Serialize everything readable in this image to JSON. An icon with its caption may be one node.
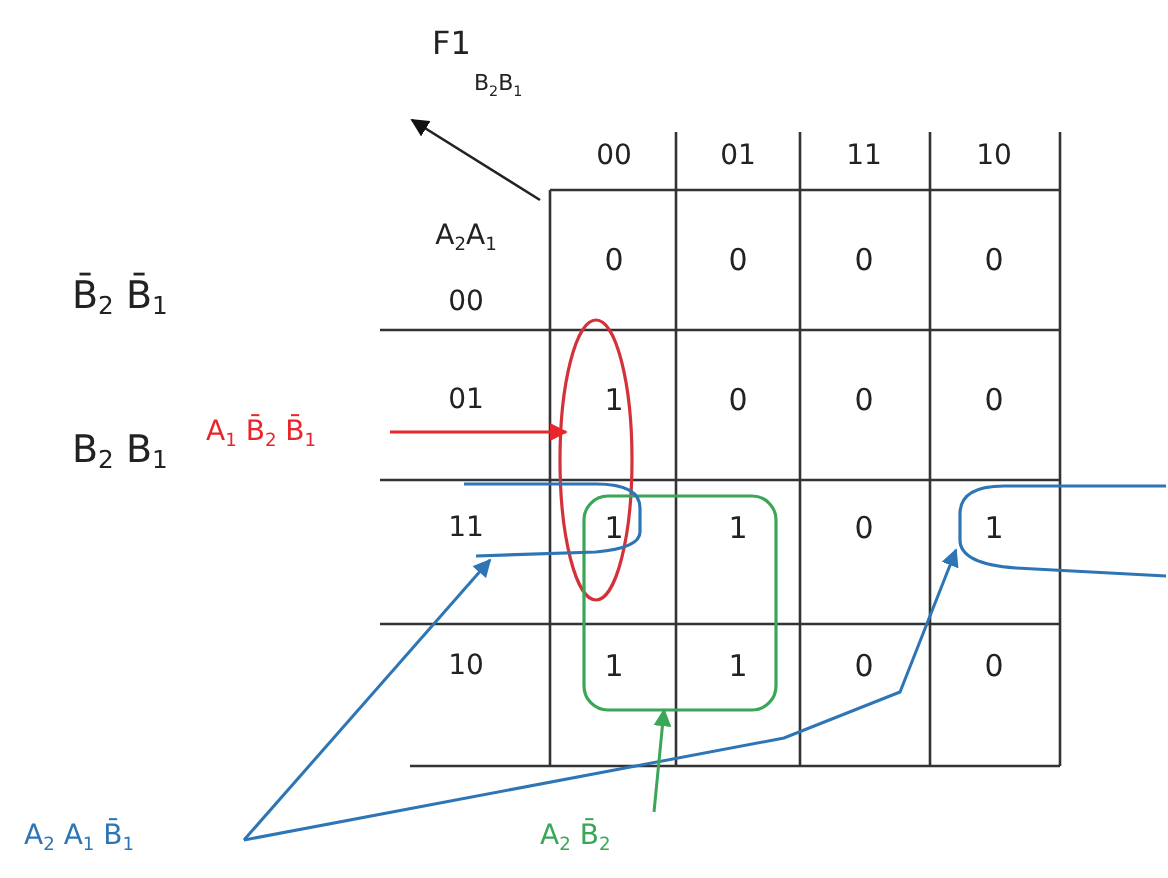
{
  "diagram": {
    "title": "F1",
    "nodes": [
      {
        "text": [
          "A$_{1}$ B̄$_{2}$ B̄$_{1}$"
        ]
      },
      {
        "text": [],
        "shape": "ellipse"
      },
      {
        "text": [],
        "shape": "box"
      },
      {
        "text": [],
        "shape": "bracket"
      },
      {
        "text": [],
        "shape": "bracket"
      },
      {
        "text": [
          "A$_{2}$ A$_{1}$ B̄$_{1}$"
        ]
      },
      {
        "text": [
          "A$_{2}$ B̄$_{2}$"
        ]
      }
    ],
    "edges": [
      {
        "from": 0,
        "to": 1,
        "arrow": "to",
        "color": "#e8262c"
      },
      {
        "from": 5,
        "to": 3,
        "arrow": "to",
        "color": "#2e75b6"
      },
      {
        "from": 5,
        "to": 4,
        "arrow": "to",
        "color": "#2e75b6"
      },
      {
        "from": 6,
        "to": 2,
        "arrow": "to",
        "color": "#3aa657"
      }
    ],
    "labels": [
      "B$_{2}$B$_{1}$",
      "00",
      "01",
      "11",
      "10",
      "A$_{2}$A$_{1}$",
      "00",
      "0",
      "0",
      "0",
      "0",
      "B̄$_{2}$ B̄$_{1}$",
      "01",
      "1",
      "0",
      "0",
      "0",
      "B$_{2}$ B$_{1}$",
      "11",
      "1",
      "1",
      "0",
      "1",
      "10",
      "1",
      "1",
      "0",
      "0"
    ]
  }
}
